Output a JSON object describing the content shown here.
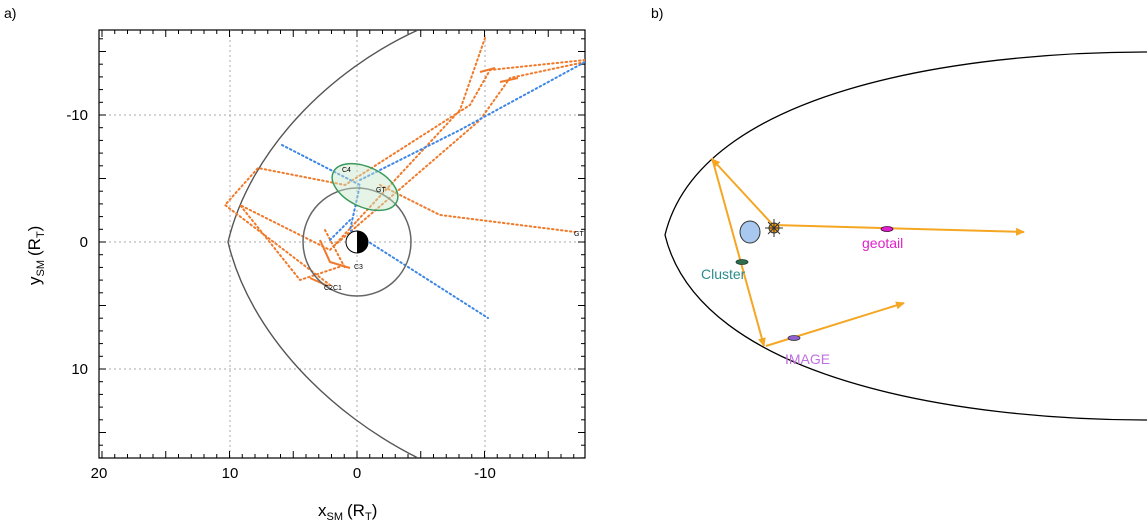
{
  "panel_a": {
    "label": "a)",
    "x_axis": {
      "title_main": "x",
      "title_sub": "SM",
      "title_unit": "(R",
      "title_unit_sub": "T",
      "title_close": ")",
      "ticks": [
        "20",
        "10",
        "0",
        "-10"
      ]
    },
    "y_axis": {
      "title_main": "y",
      "title_sub": "SM",
      "title_unit": "(R",
      "title_unit_sub": "T",
      "title_close": ")",
      "ticks": [
        "-10",
        "0",
        "10"
      ]
    },
    "spacecraft_tags": {
      "c4": "C4",
      "c3": "C3",
      "c2c1": "C2C1",
      "g1": "GT",
      "gt_right": "GT"
    },
    "colors": {
      "orange": "#f07a2a",
      "blue": "#3d86e6",
      "green": "#3a9a5c",
      "boundary": "#555555"
    }
  },
  "panel_b": {
    "label": "b)",
    "labels": {
      "cluster": "Cluster",
      "geotail": "geotail",
      "image": "IMAGE"
    },
    "colors": {
      "arrow": "#f5a623",
      "cluster_text": "#2e8b8b",
      "geotail_text": "#e020c8",
      "image_text": "#c070e0",
      "earth_fill": "#a8c8f0",
      "sun": "#f7a11a"
    }
  }
}
